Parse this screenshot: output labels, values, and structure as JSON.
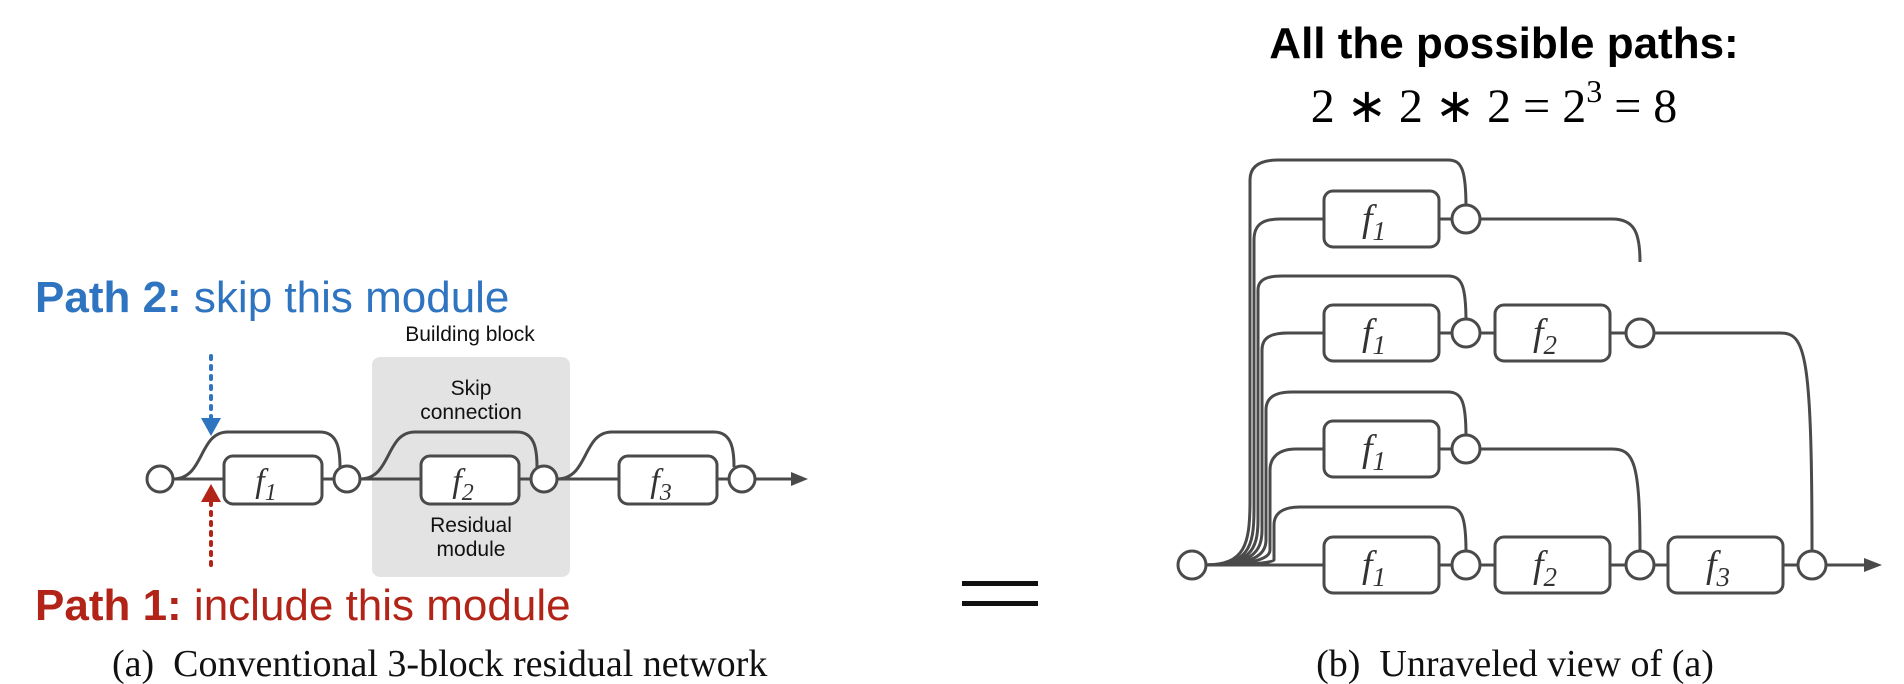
{
  "left_panel": {
    "path2_bold": "Path 2:",
    "path2_text": " skip this module",
    "path1_bold": "Path 1:",
    "path1_text": " include this module",
    "building_block": "Building block",
    "skip_connection_l1": "Skip",
    "skip_connection_l2": "connection",
    "residual_module_l1": "Residual",
    "residual_module_l2": "module",
    "modules": [
      {
        "base": "f",
        "sub": "1"
      },
      {
        "base": "f",
        "sub": "2"
      },
      {
        "base": "f",
        "sub": "3"
      }
    ],
    "caption": "(a)  Conventional 3-block residual network"
  },
  "equals_sign": "=",
  "right_panel": {
    "title": "All the possible paths:",
    "formula": {
      "part1": "2 ∗ 2 ∗ 2 = 2",
      "exponent": "3",
      "part2": " = 8"
    },
    "caption": "(b)  Unraveled view of (a)"
  },
  "colors": {
    "path2_blue": "#2e74c0",
    "path1_red": "#b22418",
    "line_gray": "#4a4a4a",
    "block_bg": "#e3e3e3"
  }
}
